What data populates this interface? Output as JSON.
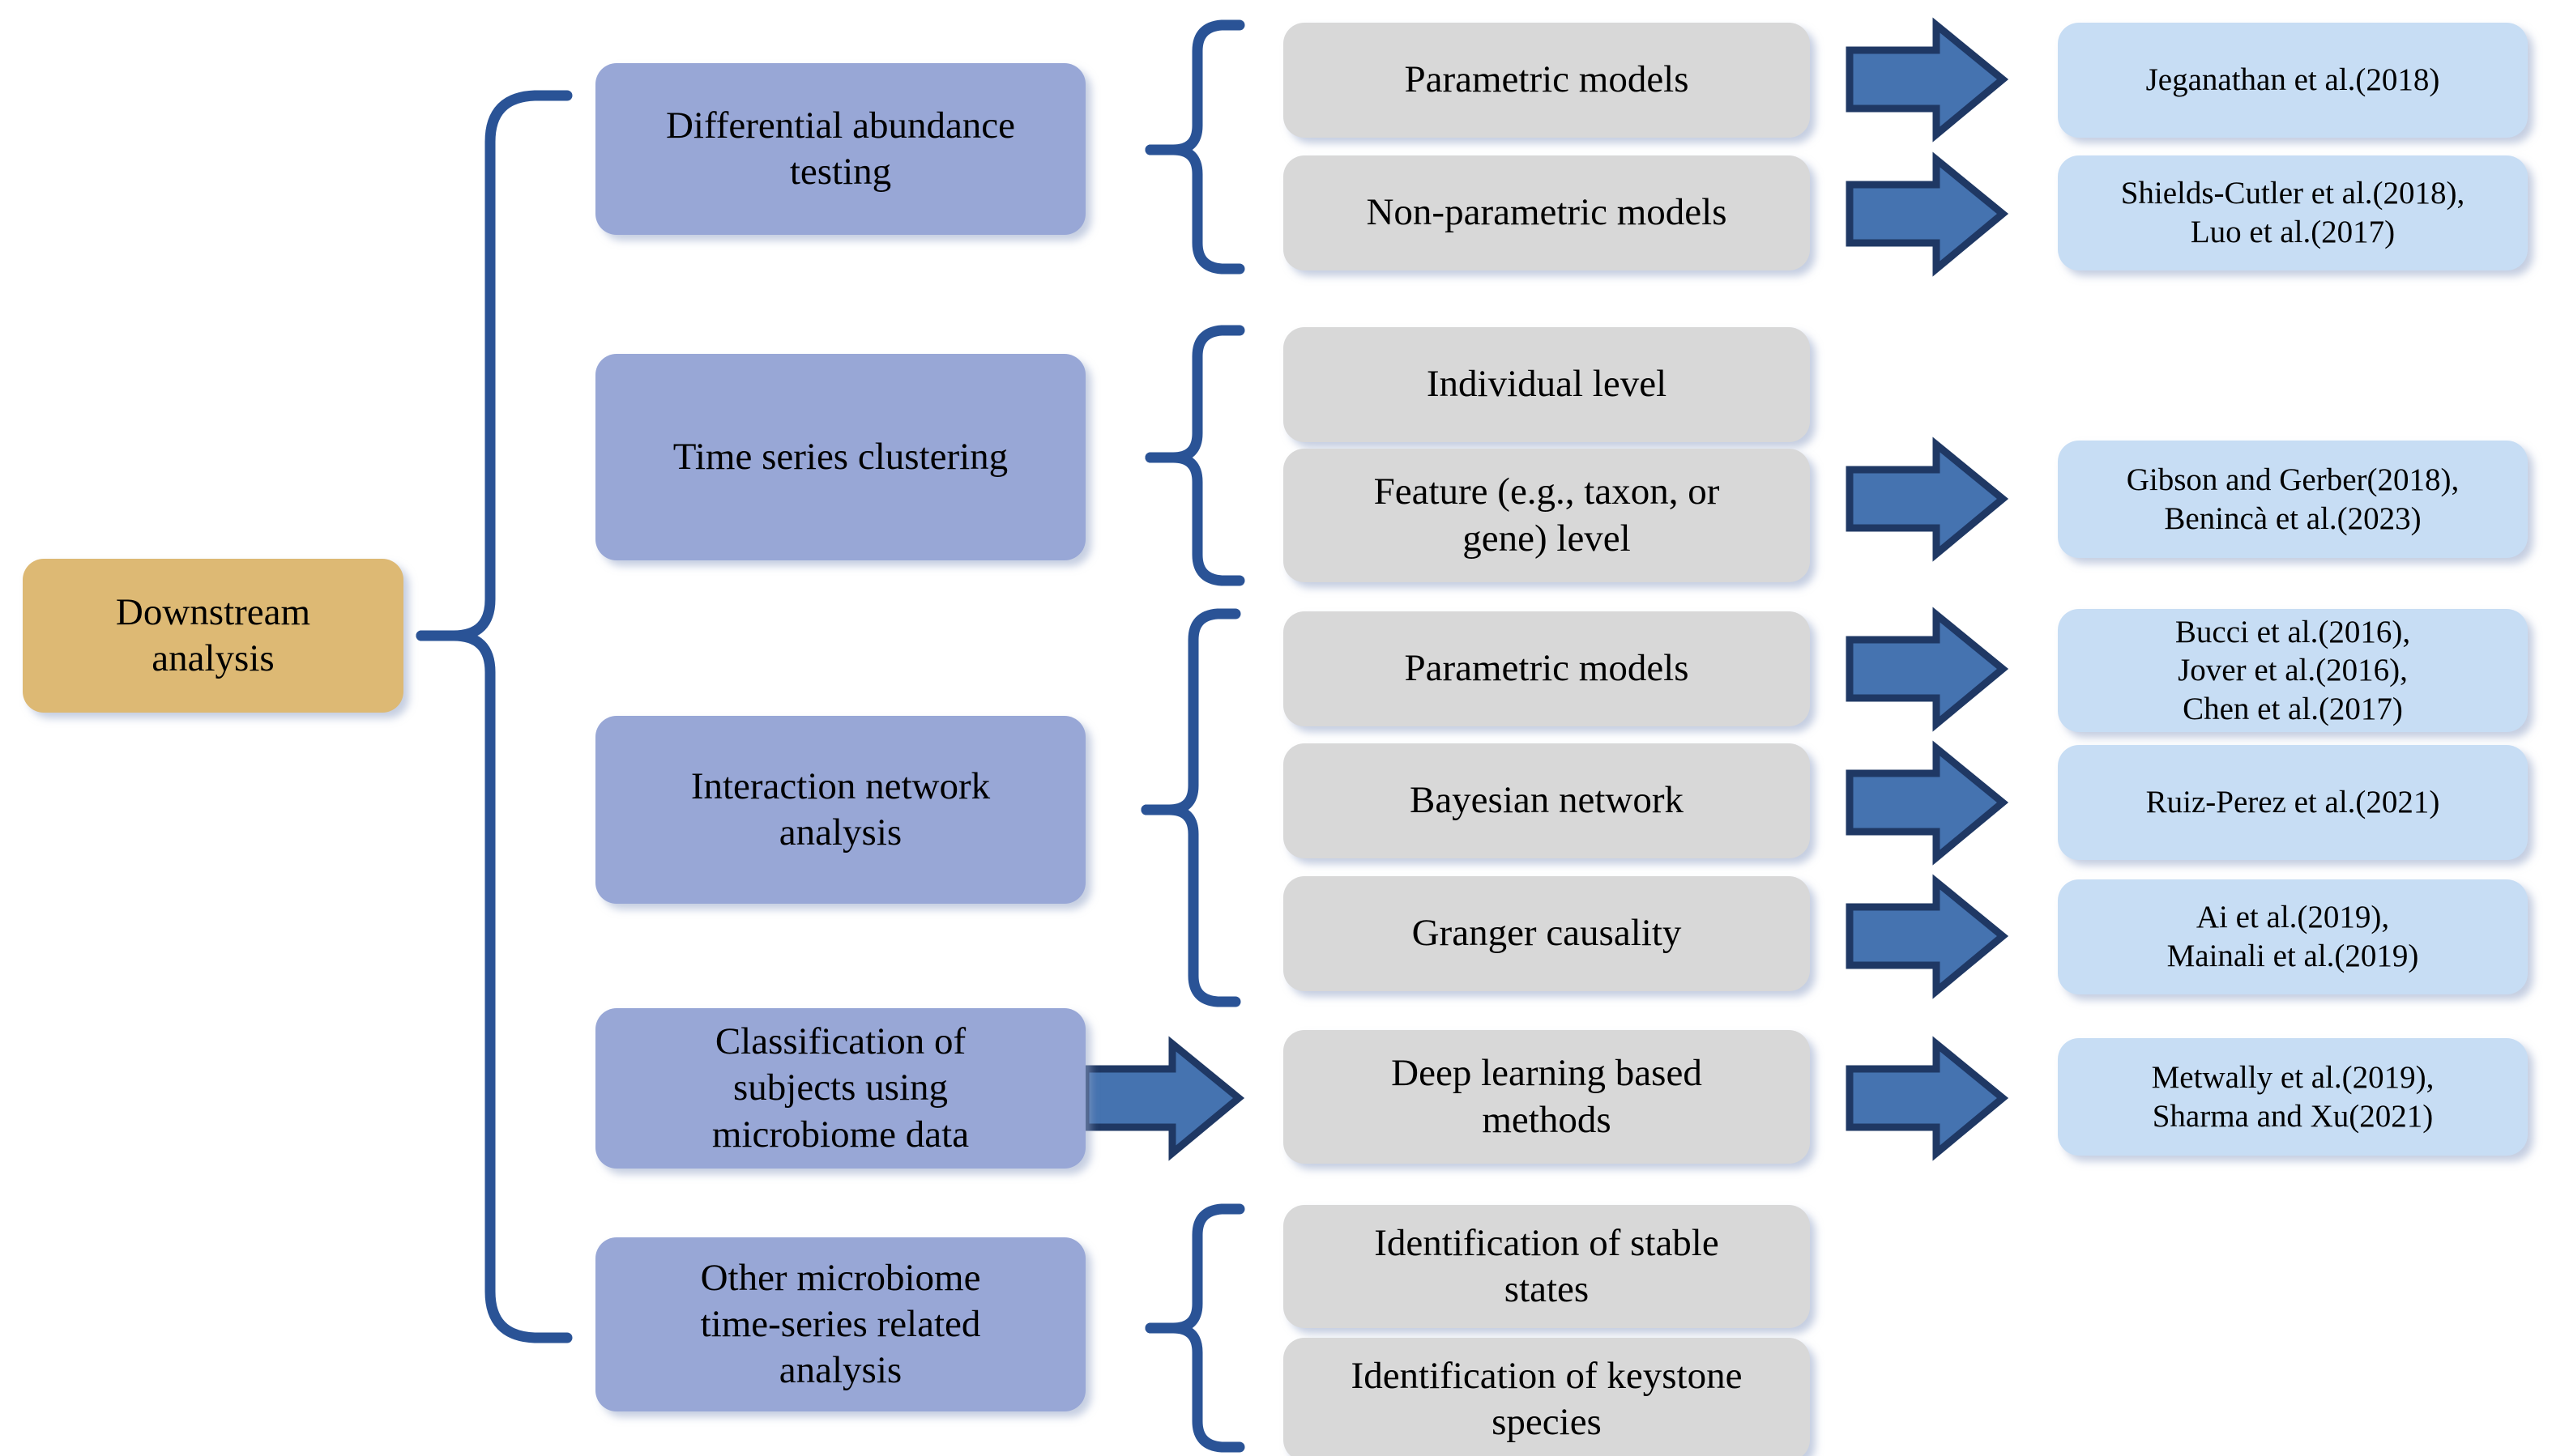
{
  "diagram": {
    "title": "Downstream analysis taxonomy",
    "colors": {
      "root_fill": "#ddb974",
      "level1_fill": "#98a7d6",
      "level2_fill": "#d8d8d8",
      "reference_fill": "#c7ddf4",
      "connector_stroke": "#2a5396",
      "arrow_fill": "#4573b0",
      "arrow_stroke": "#1f3864",
      "background": "#ffffff",
      "text": "#000000"
    },
    "root": {
      "label": "Downstream\nanalysis"
    },
    "branches": [
      {
        "label": "Differential abundance\ntesting",
        "methods": [
          {
            "label": "Parametric models",
            "references": "Jeganathan et al.(2018)"
          },
          {
            "label": "Non-parametric models",
            "references": "Shields-Cutler et al.(2018),\nLuo et al.(2017)"
          }
        ]
      },
      {
        "label": "Time series clustering",
        "methods": [
          {
            "label": "Individual level",
            "references": ""
          },
          {
            "label": "Feature (e.g., taxon, or\ngene) level",
            "references": "Gibson and Gerber(2018),\nBenincà et al.(2023)"
          }
        ]
      },
      {
        "label": "Interaction network\nanalysis",
        "methods": [
          {
            "label": "Parametric models",
            "references": "Bucci et al.(2016),\nJover et al.(2016),\nChen et al.(2017)"
          },
          {
            "label": "Bayesian network",
            "references": "Ruiz-Perez et al.(2021)"
          },
          {
            "label": "Granger causality",
            "references": "Ai et al.(2019),\nMainali et al.(2019)"
          }
        ]
      },
      {
        "label": "Classification of\nsubjects using\nmicrobiome data",
        "methods": [
          {
            "label": "Deep learning based\nmethods",
            "references": "Metwally et al.(2019),\nSharma and Xu(2021)"
          }
        ]
      },
      {
        "label": "Other microbiome\ntime-series related\nanalysis",
        "methods": [
          {
            "label": "Identification of stable\nstates",
            "references": ""
          },
          {
            "label": "Identification of keystone\nspecies",
            "references": ""
          }
        ]
      }
    ]
  }
}
